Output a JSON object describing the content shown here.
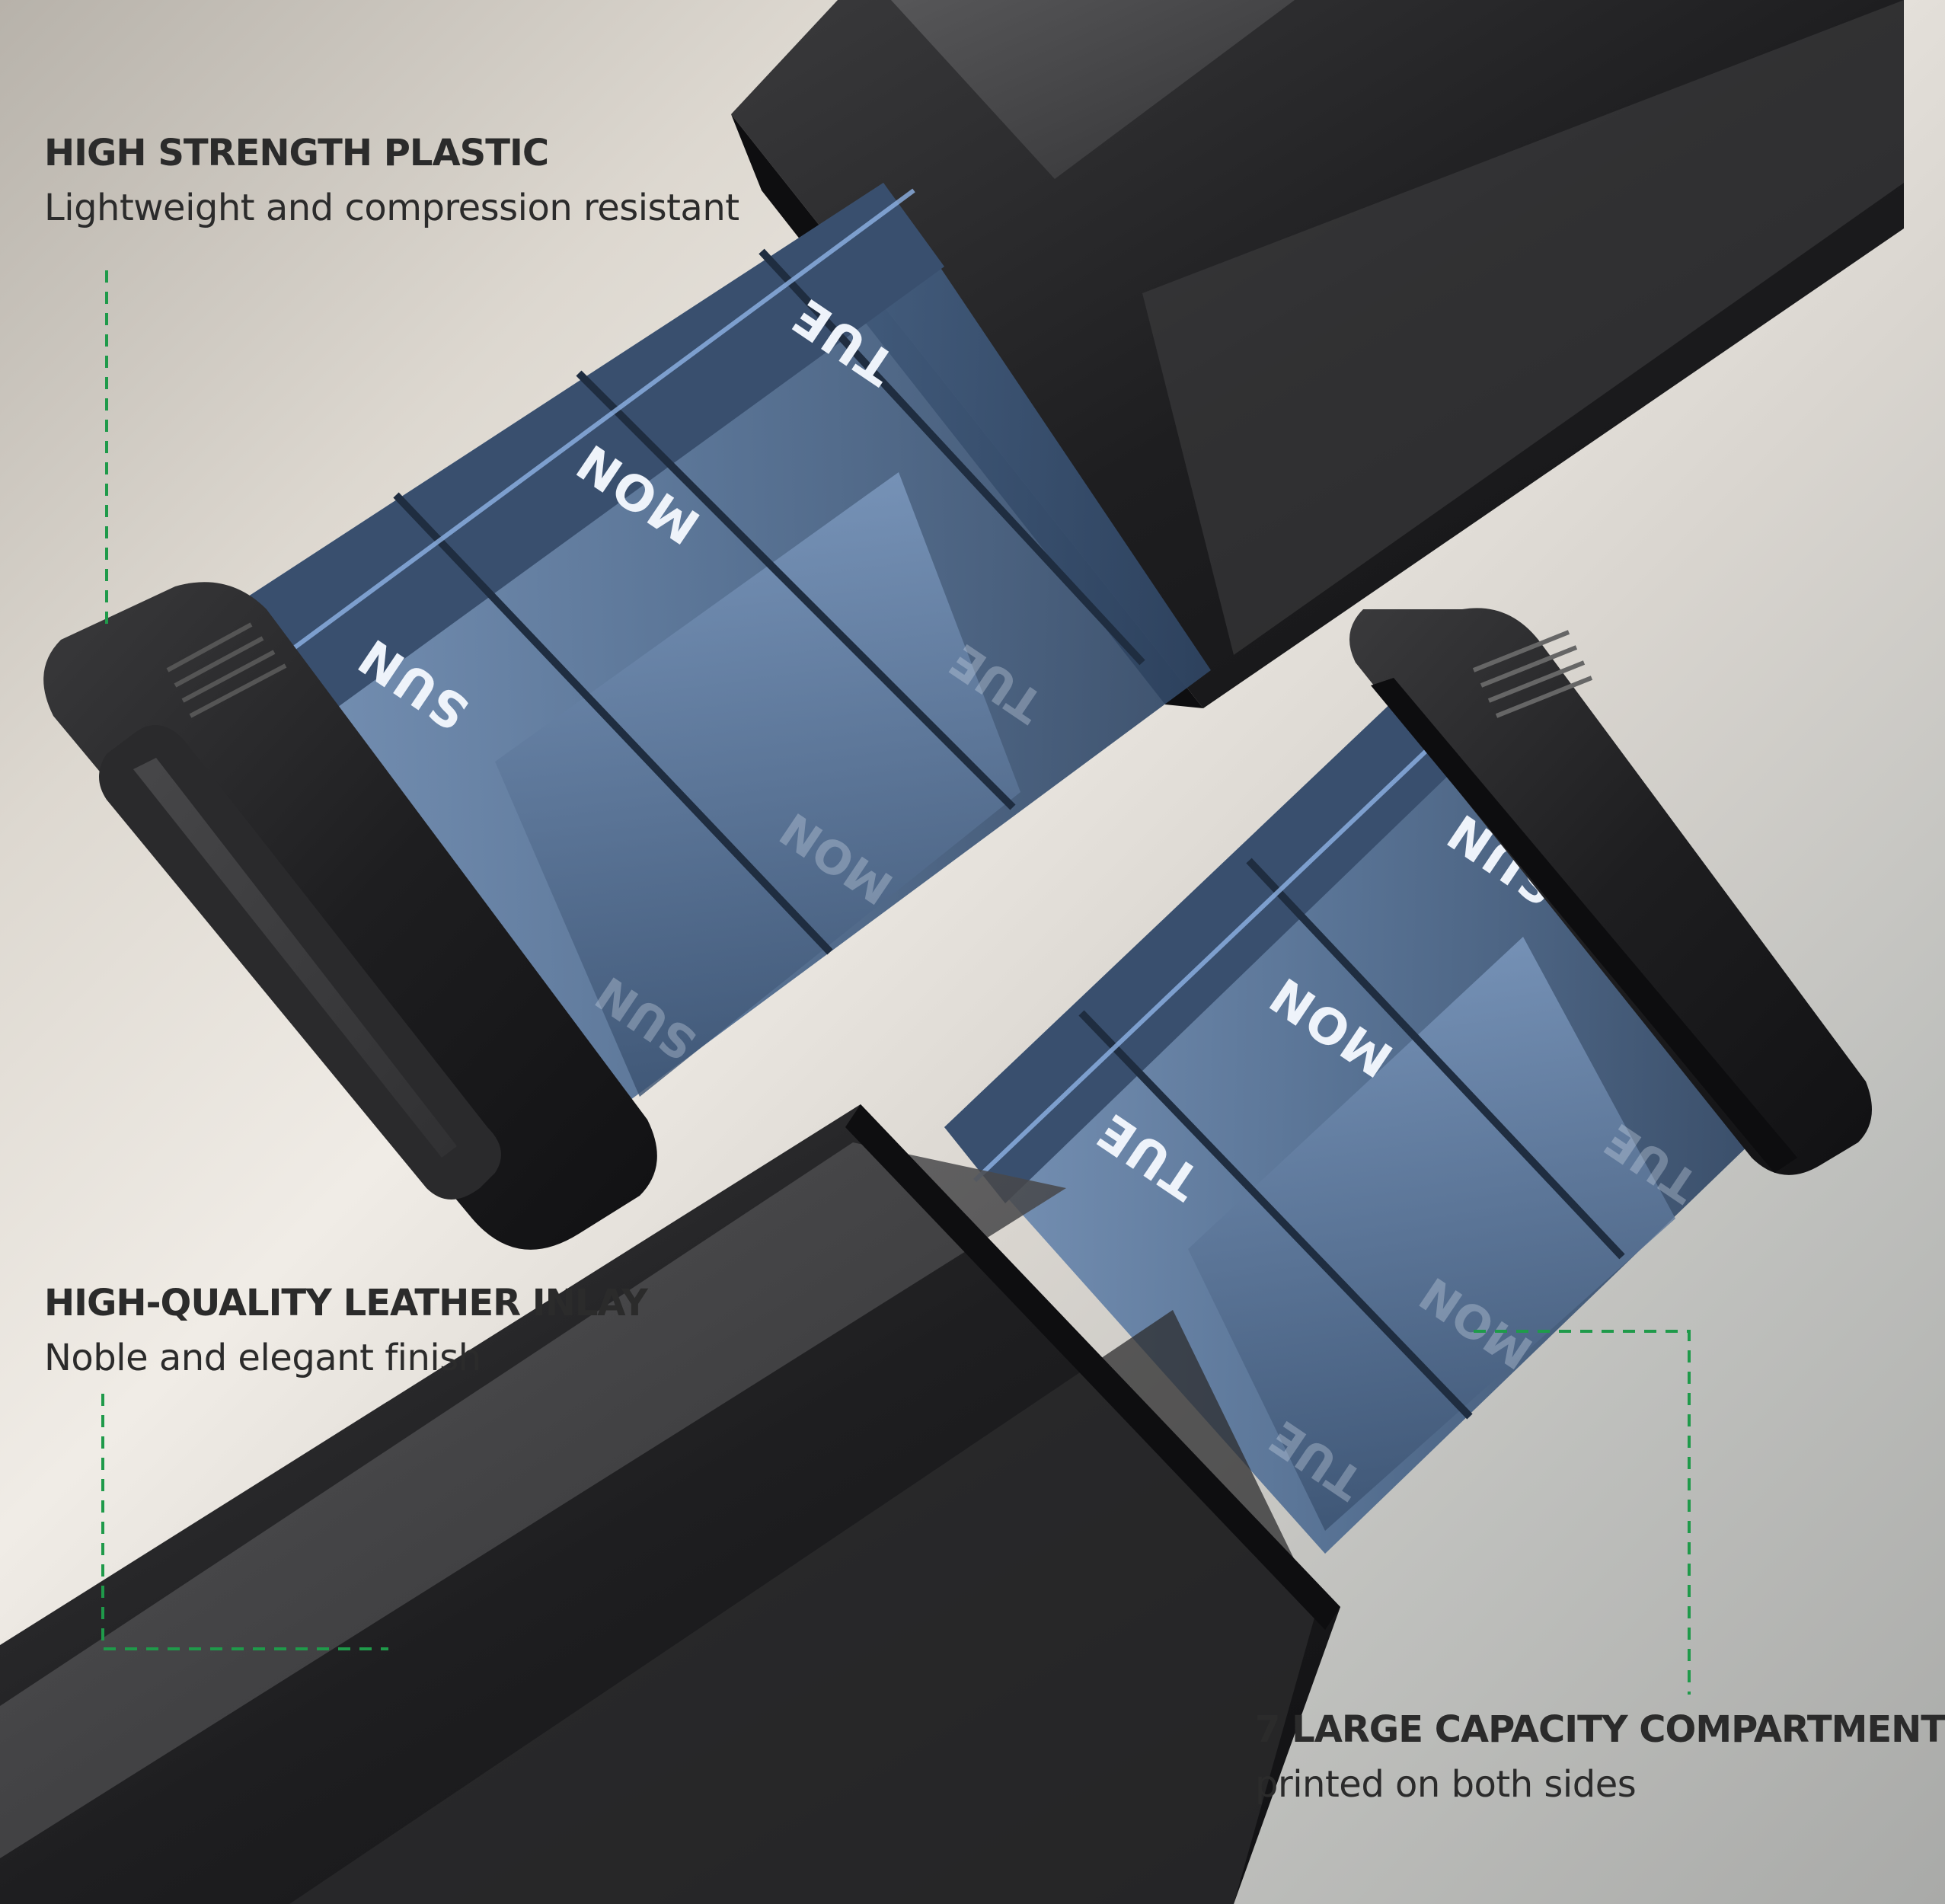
{
  "features": {
    "plastic": {
      "heading": "HIGH STRENGTH PLASTIC",
      "detail": "Lightweight and compression resistant"
    },
    "leather": {
      "heading": "HIGH-QUALITY LEATHER INLAY",
      "detail": "Noble and elegant finish"
    },
    "compartments": {
      "heading": "7 LARGE CAPACITY COMPARTMENT",
      "detail": "printed on both sides"
    }
  },
  "case_top": {
    "day_labels": [
      "SUN",
      "MON",
      "TUE"
    ],
    "ghost_labels": [
      "SUN",
      "MON",
      "TUE"
    ]
  },
  "case_bottom": {
    "day_labels": [
      "SUN",
      "MON",
      "TUE"
    ],
    "ghost_labels": [
      "TUE",
      "MON",
      "TUE"
    ]
  },
  "colors": {
    "case_black": "#1c1c1e",
    "tray_blue": "#4d6a8f",
    "callout_green": "#1f9a4a",
    "text": "#2b2b2b"
  }
}
